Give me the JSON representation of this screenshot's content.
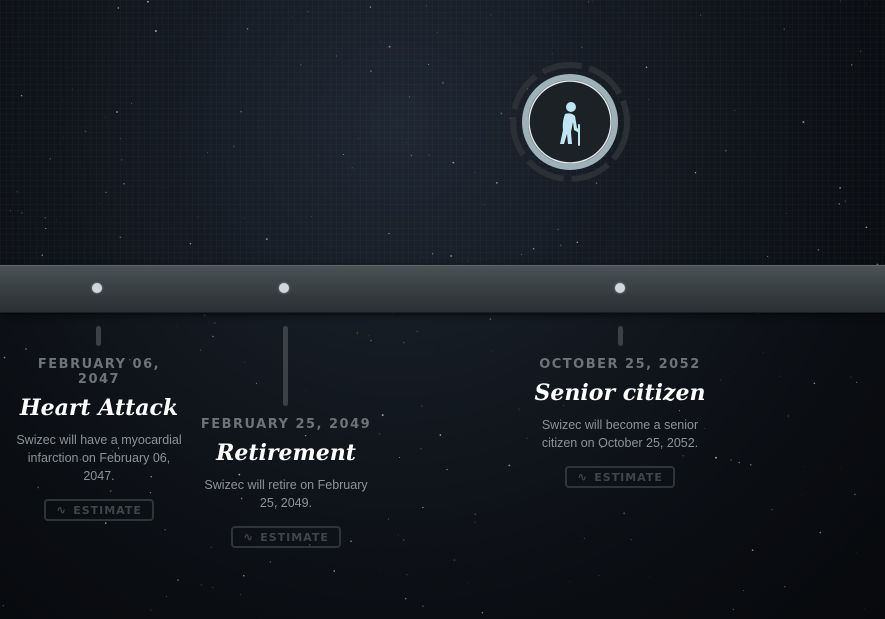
{
  "badge": {
    "icon": "elderly-person-icon"
  },
  "events": [
    {
      "date": "FEBRUARY 06, 2047",
      "title": "Heart Attack",
      "desc": "Swizec will have a myocardial infarction on February 06, 2047.",
      "button": "ESTIMATE"
    },
    {
      "date": "FEBRUARY 25, 2049",
      "title": "Retirement",
      "desc": "Swizec will retire on February 25, 2049.",
      "button": "ESTIMATE"
    },
    {
      "date": "OCTOBER 25, 2052",
      "title": "Senior citizen",
      "desc": "Swizec will become a senior citizen on October 25, 2052.",
      "button": "ESTIMATE"
    }
  ],
  "colors": {
    "bar": "#3a4145",
    "dot": "#cfd8dc",
    "badge_glow": "#bfe6f2"
  }
}
